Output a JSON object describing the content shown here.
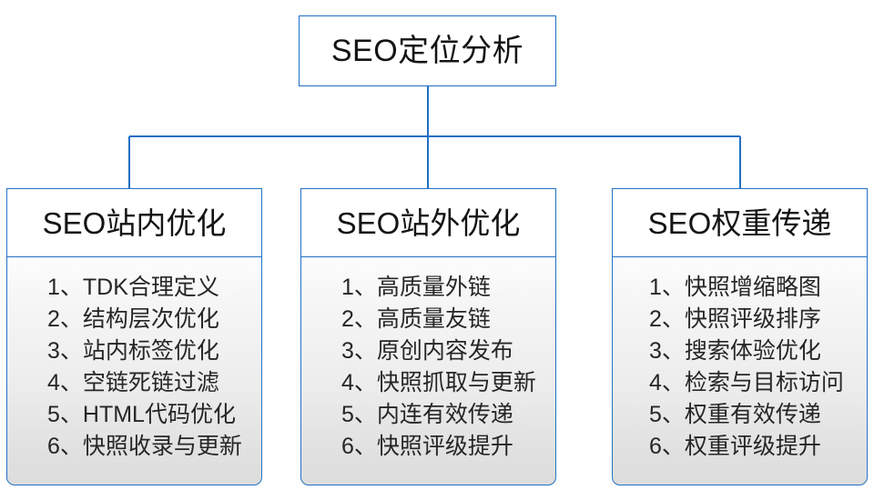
{
  "diagram": {
    "type": "organizational-tree",
    "root": {
      "title": "SEO定位分析"
    },
    "branches": [
      {
        "header": "SEO站内优化",
        "items": [
          "1、TDK合理定义",
          "2、结构层次优化",
          "3、站内标签优化",
          "4、空链死链过滤",
          "5、HTML代码优化",
          "6、快照收录与更新"
        ]
      },
      {
        "header": "SEO站外优化",
        "items": [
          "1、高质量外链",
          "2、高质量友链",
          "3、原创内容发布",
          "4、快照抓取与更新",
          "5、内连有效传递",
          "6、快照评级提升"
        ]
      },
      {
        "header": "SEO权重传递",
        "items": [
          "1、快照增缩略图",
          "2、快照评级排序",
          "3、搜索体验优化",
          "4、检索与目标访问",
          "5、权重有效传递",
          "6、权重评级提升"
        ]
      }
    ],
    "colors": {
      "connector": "#1f6fc5",
      "box_border": "#2272c4",
      "box_fill": "#ffffff",
      "list_fill_top": "#fdfdfd",
      "list_fill_bottom": "#dcdcdc",
      "text": "#262626",
      "background": "#ffffff"
    }
  }
}
